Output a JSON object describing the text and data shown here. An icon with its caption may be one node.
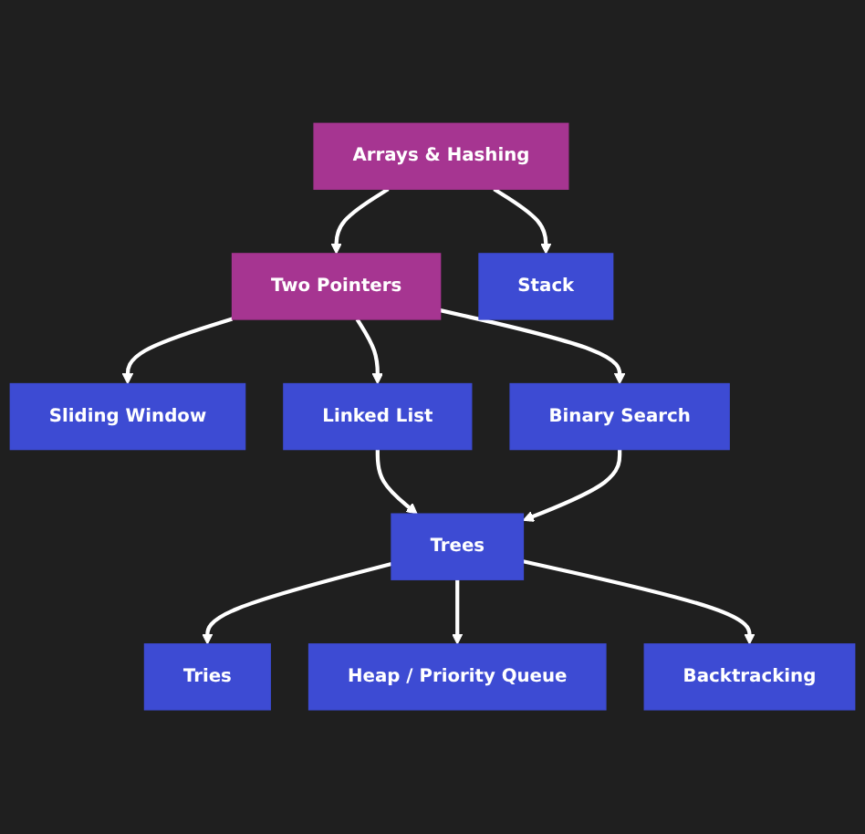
{
  "diagram": {
    "nodes": [
      {
        "text": [
          "Arrays & Hashing"
        ]
      },
      {
        "text": [
          "Two Pointers"
        ]
      },
      {
        "text": [
          "Stack"
        ]
      },
      {
        "text": [
          "Sliding Window"
        ]
      },
      {
        "text": [
          "Linked List"
        ]
      },
      {
        "text": [
          "Binary Search"
        ]
      },
      {
        "text": [
          "Trees"
        ]
      },
      {
        "text": [
          "Tries"
        ]
      },
      {
        "text": [
          "Heap / Priority Queue"
        ]
      },
      {
        "text": [
          "Backtracking"
        ]
      }
    ],
    "edges": [
      {
        "from": 0,
        "to": 1,
        "arrow": "to"
      },
      {
        "from": 0,
        "to": 2,
        "arrow": "to"
      },
      {
        "from": 1,
        "to": 3,
        "arrow": "to"
      },
      {
        "from": 1,
        "to": 4,
        "arrow": "to"
      },
      {
        "from": 1,
        "to": 5,
        "arrow": "to"
      },
      {
        "from": 4,
        "to": 6,
        "arrow": "to"
      },
      {
        "from": 5,
        "to": 6,
        "arrow": "to"
      },
      {
        "from": 6,
        "to": 7,
        "arrow": "to"
      },
      {
        "from": 6,
        "to": 8,
        "arrow": "to"
      },
      {
        "from": 6,
        "to": 9,
        "arrow": "to"
      }
    ]
  }
}
